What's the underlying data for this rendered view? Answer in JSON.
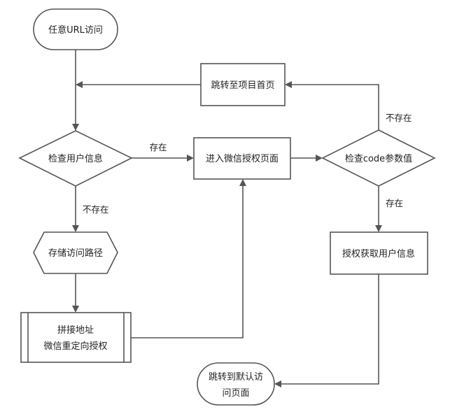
{
  "nodes": {
    "start": "任意URL访问",
    "jump_home": "跳转至项目首页",
    "check_user": "检查用户信息",
    "enter_auth": "进入微信授权页面",
    "check_code": "检查code参数值",
    "store_path": "存储访问路径",
    "concat_line1": "拼接地址",
    "concat_line2": "微信重定向授权",
    "get_user": "授权获取用户信息",
    "end_line1": "跳转到默认访",
    "end_line2": "问页面"
  },
  "edges": {
    "check_user_exists": "存在",
    "check_user_missing": "不存在",
    "check_code_missing": "不存在",
    "check_code_exists": "存在"
  },
  "colors": {
    "stroke": "#555555",
    "fill": "#ffffff",
    "text": "#222222"
  }
}
